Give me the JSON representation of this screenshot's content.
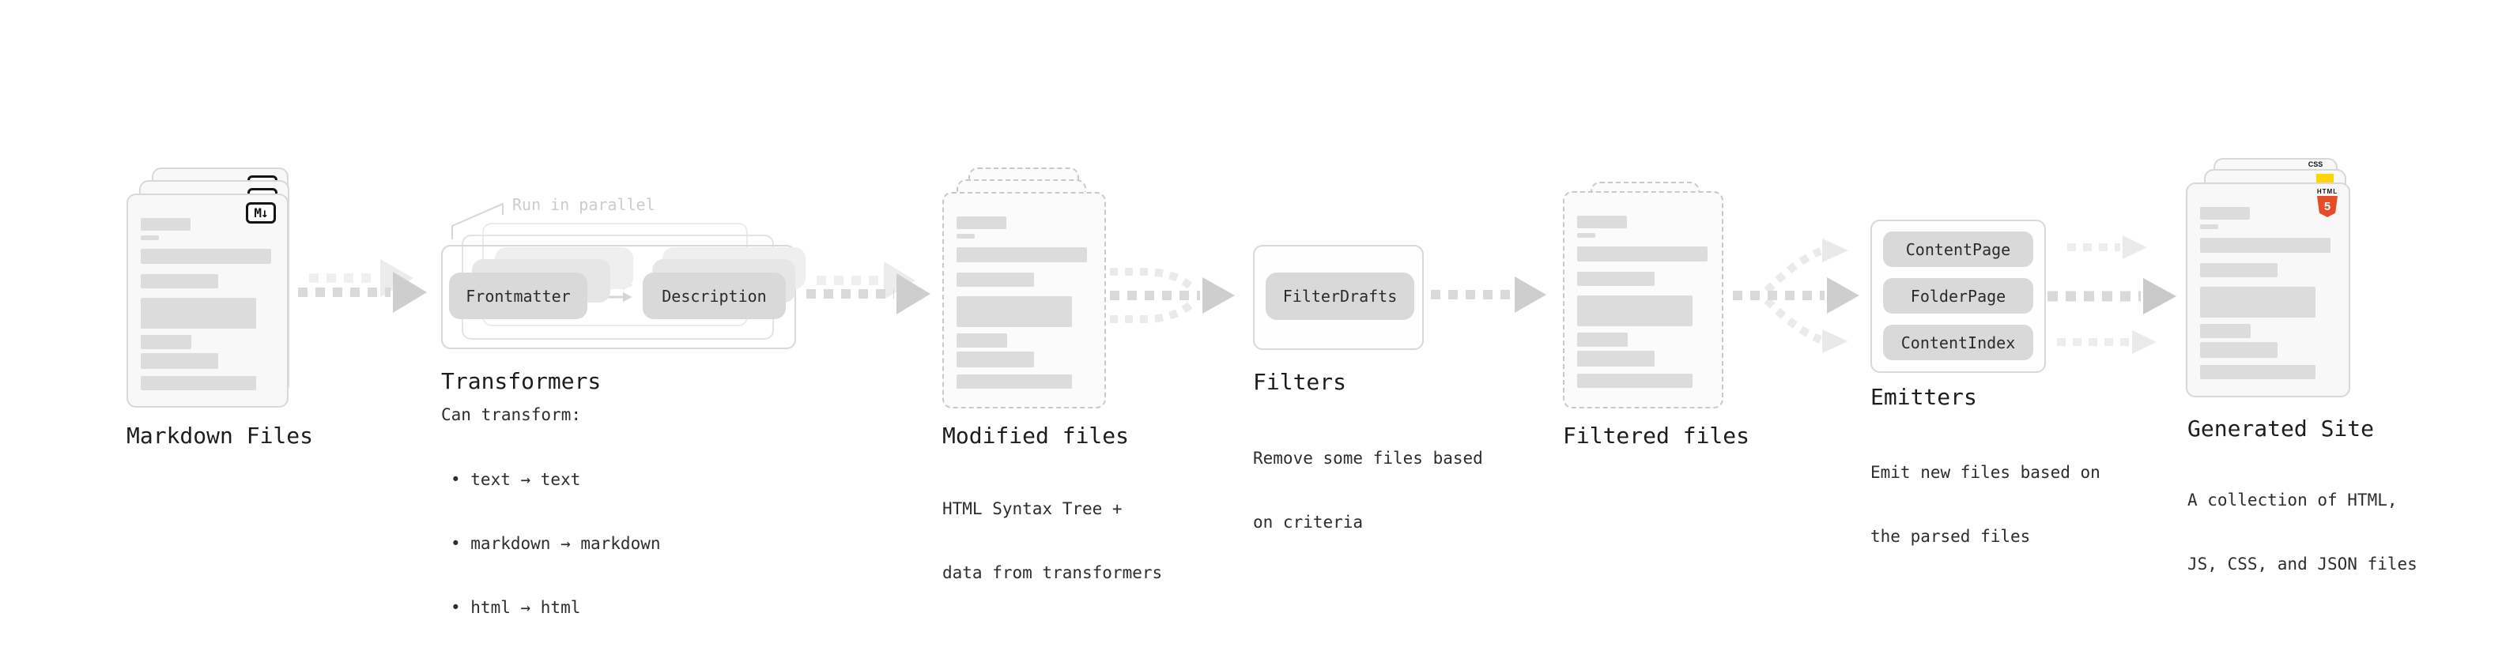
{
  "stages": {
    "markdown": {
      "label": "Markdown Files",
      "badge": "M↓"
    },
    "transformers": {
      "label": "Transformers",
      "note": "Run in parallel",
      "pill_left": "Frontmatter",
      "pill_right": "Description",
      "desc_title": "Can transform:",
      "bullets": [
        "• text → text",
        "• markdown → markdown",
        "• html → html"
      ]
    },
    "modified": {
      "label": "Modified files",
      "desc_lines": [
        "HTML Syntax Tree +",
        "data from transformers"
      ]
    },
    "filters": {
      "label": "Filters",
      "pill": "FilterDrafts",
      "desc_lines": [
        "Remove some files based",
        "on criteria"
      ]
    },
    "filtered": {
      "label": "Filtered files"
    },
    "emitters": {
      "label": "Emitters",
      "pills": [
        "ContentPage",
        "FolderPage",
        "ContentIndex"
      ],
      "desc_lines": [
        "Emit new files based on",
        "the parsed files"
      ]
    },
    "generated": {
      "label": "Generated Site",
      "badges": {
        "css": "CSS",
        "html_label": "HTML",
        "html_number": "5"
      },
      "desc_lines": [
        "A collection of HTML,",
        "JS, CSS, and JSON files"
      ]
    }
  },
  "colors": {
    "html5_orange": "#e44d26",
    "css_blue": "#264de4",
    "js_yellow": "#ffd600",
    "arrow_gray": "#d9d9d9",
    "card_fill": "#f8f8f8"
  }
}
